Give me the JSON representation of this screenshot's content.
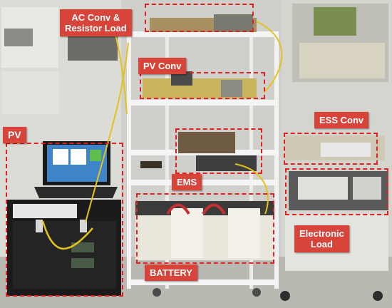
{
  "labels": {
    "ac_conv": "AC Conv &\nResistor Load",
    "pv_conv": "PV Conv",
    "pv": "PV",
    "ess_conv": "ESS Conv",
    "ems": "EMS",
    "electronic_load": "Electronic\nLoad",
    "battery": "BATTERY"
  },
  "colors": {
    "label_fill": "#d9443a",
    "dashed_outline": "#e32020"
  }
}
